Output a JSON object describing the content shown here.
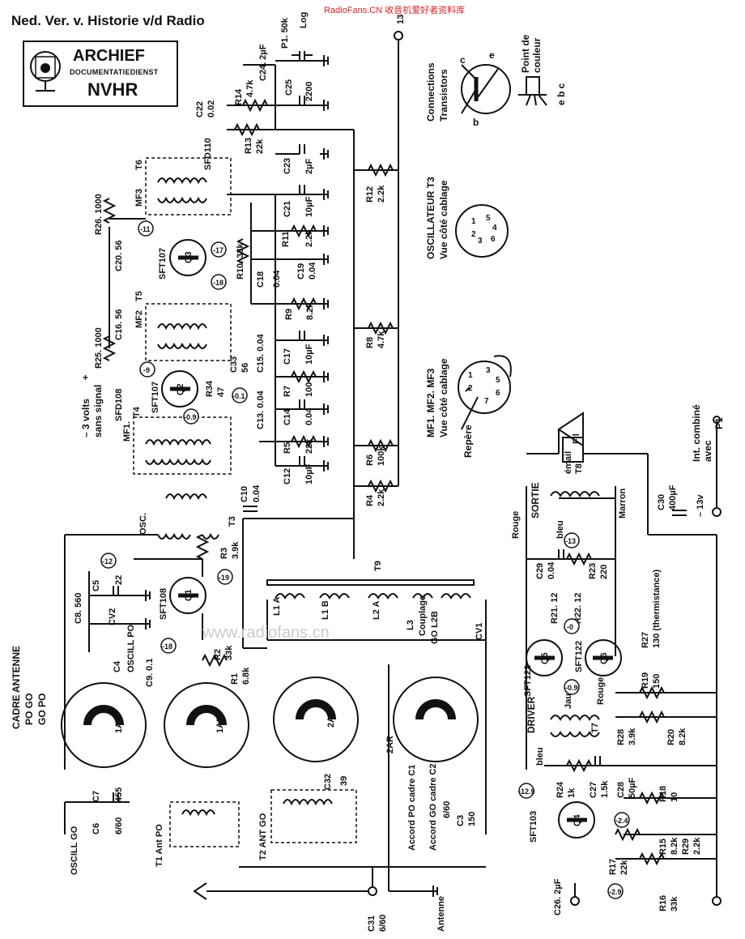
{
  "header": {
    "title": "Ned. Ver. v. Historie v/d Radio",
    "site_mark": "RadioFans.CN 收音机爱好者资料库",
    "watermark": "www.radiofans.cn"
  },
  "stamp": {
    "line1": "ARCHIEF",
    "line2": "DOCUMENTATIEDIENST",
    "line3": "NVHR"
  },
  "notes": {
    "transistor_connections": [
      "Connections",
      "Transistors"
    ],
    "point_de_couleur": [
      "Point de",
      "couleur"
    ],
    "ebc": "e b c",
    "pin_c": "c",
    "pin_e": "e",
    "pin_b": "b",
    "osc_t3": [
      "OSCILLATEUR T3",
      "Vue côté cablage"
    ],
    "mf_view": [
      "MF1. MF2. MF3",
      "Vue côté cablage"
    ],
    "repere": "Repère",
    "volts": [
      "– 3 volts",
      "sans signal"
    ],
    "plus": "+",
    "cadre_antenne": [
      "CADRE",
      "ANTENNE",
      "PO GO",
      "GO PO"
    ],
    "thermistance": "130 (thermistance)",
    "interrupteur": [
      "Int. combiné",
      "avec",
      "P1"
    ],
    "sortie": "SORTIE",
    "driver": "DRIVER"
  },
  "components": {
    "P1": "P1. 50k",
    "log": "Log",
    "C24": "C24. 2µF",
    "C25": "C25",
    "v2200": "2200",
    "R14": "R14",
    "R14v": "4.7k",
    "C22": "C22",
    "C22v": "0.02",
    "SFD110": "SFD110",
    "R13": "R13",
    "R13v": "22k",
    "C23": "C23",
    "C23v": "2µF",
    "T6": "T6",
    "MF3": "MF3",
    "R12": "R12",
    "R12v": "2.2k",
    "C21": "C21",
    "C21v": "10µF",
    "R26": "R26. 1000",
    "C20": "C20. 56",
    "SFT107a": "SFT107",
    "Q3": "Q3",
    "R10": "R10. 33k",
    "R11": "R11",
    "R11v": "2.2k",
    "C18": "C18",
    "C18v": "0.04",
    "C19": "C19",
    "C19v": "0.04",
    "C16": "C16. 56",
    "MF2": "MF2",
    "T5": "T5",
    "R9": "R9",
    "R9v": "8.2k",
    "R25": "R25. 1000",
    "SFD108": "SFD108",
    "SFT107b": "SFT107",
    "Q2": "Q2",
    "R34": "R34",
    "R34v": "47",
    "C33": "C33",
    "C33v": "56",
    "C15": "C15. 0.04",
    "C17": "C17",
    "C17v": "10µF",
    "R8": "R8",
    "R8v": "4.7k",
    "R7": "R7",
    "R7v": "100",
    "C14": "C14",
    "C14v": "0.04",
    "C13": "C13. 0.04",
    "MF1": "MF1.",
    "T4": "T4",
    "R5": "R5",
    "R5v": "22k",
    "R6": "R6",
    "R6v": "100k",
    "C12": "C12",
    "C12v": "10µF",
    "R4": "R4",
    "R4v": "2.2k",
    "C10": "C10",
    "C10v": "0.04",
    "OSC": "OSC.",
    "T3": "T3",
    "R3": "R3",
    "R3v": "3.9k",
    "T9": "T9",
    "C5": "C5",
    "C5v": "22",
    "C8": "C8. 560",
    "CV2": "CV2",
    "SFT108": "SFT108",
    "Q1": "Q1",
    "C4": "C4",
    "oscillpo": "OSCILL PO",
    "C9": "C9. 0.1",
    "R2": "R2",
    "R2v": "33k",
    "R1": "R1",
    "R1v": "6.8k",
    "L1A": "L1 A",
    "L1B": "L1 B",
    "L2A": "L2 A",
    "L3": "L3",
    "coupl": "Couplage",
    "L2B": "GO L2B",
    "CV1": "CV1",
    "sw1AV": "1AV",
    "sw1AR": "1AR",
    "sw2AV": "2AV",
    "sw2AR": "2AR",
    "C7": "C7",
    "C7v": "455",
    "C6": "C6",
    "C6v": "6/60",
    "oscillgo": "OSCILL GO",
    "T1": "T1 Ant PO",
    "T2": "T2 ANT GO",
    "C32": "C32",
    "C32v": "39",
    "C1": "Accord PO cadre C1",
    "C2": "Accord GO cadre C2",
    "v660": "6/60",
    "C3": "C3",
    "C3v": "150",
    "C31": "C31",
    "C31v": "6/60",
    "antenne": "Antenne",
    "T8": "T8",
    "email": "émail",
    "fil": "Fil",
    "bleu": "bleu",
    "rouge": "Rouge",
    "marron": "Marron",
    "C30": "C30",
    "C30v": "400µF",
    "v13": "– 13v",
    "C29": "C29",
    "C29v": "0.04",
    "R23": "R23",
    "R23v": "220",
    "R21": "R21. 12",
    "R22": "R22. 12",
    "SFT122a": "SFT122",
    "SFT122b": "SFT122",
    "Q5": "Q5",
    "Q6": "Q6",
    "R27": "R27",
    "R19": "R19",
    "R19v": "150",
    "jaune": "Jaune",
    "rouge2": "Rouge",
    "T7": "T7",
    "R28": "R28",
    "R28v": "3.9k",
    "R20": "R20",
    "R20v": "8.2k",
    "R24": "R24",
    "R24v": "1k",
    "C27": "C27",
    "C27v": "1.5k",
    "C28": "C28",
    "C28v": "50µF",
    "R18": "R18",
    "R18v": "10",
    "SFT103": "SFT103",
    "Q4": "Q4",
    "R17": "R17",
    "R17v": "22k",
    "R15": "R15",
    "R15v": "8.2k",
    "R29": "R29",
    "R29v": "2.2k",
    "C26": "C26. 2µF",
    "R16": "R16",
    "R16v": "33k",
    "term13": "13"
  },
  "voltages": [
    "-11",
    "-17",
    "-18",
    "-9",
    "-0.1",
    "-0.9",
    "-12",
    "-19",
    "-18",
    "-13",
    "-0",
    "-0.9",
    "-12.9",
    "-2.4",
    "-2.9"
  ]
}
